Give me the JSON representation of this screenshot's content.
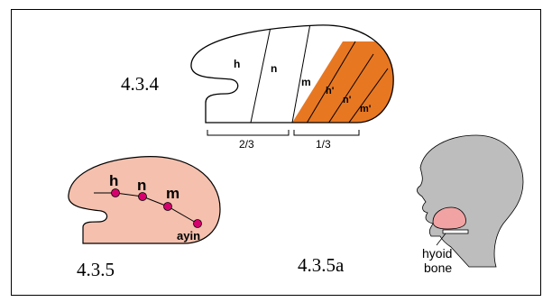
{
  "figures": {
    "fig1": {
      "label": "4.3.4",
      "segments_plain": [
        "h",
        "n",
        "m"
      ],
      "segments_shaded": [
        "h'",
        "n'",
        "m'"
      ],
      "brackets": [
        "2/3",
        "1/3"
      ],
      "shade_color": "#E87722"
    },
    "fig2": {
      "label": "4.3.5",
      "points": [
        "h",
        "n",
        "m",
        "ayin"
      ],
      "fill_color": "#F5C0AE",
      "dot_color": "#D6006F"
    },
    "fig3": {
      "label": "4.3.5a",
      "annotation_line1": "hyoid",
      "annotation_line2": "bone",
      "head_color": "#BDBDBD",
      "tongue_color": "#F1A3A3"
    }
  }
}
